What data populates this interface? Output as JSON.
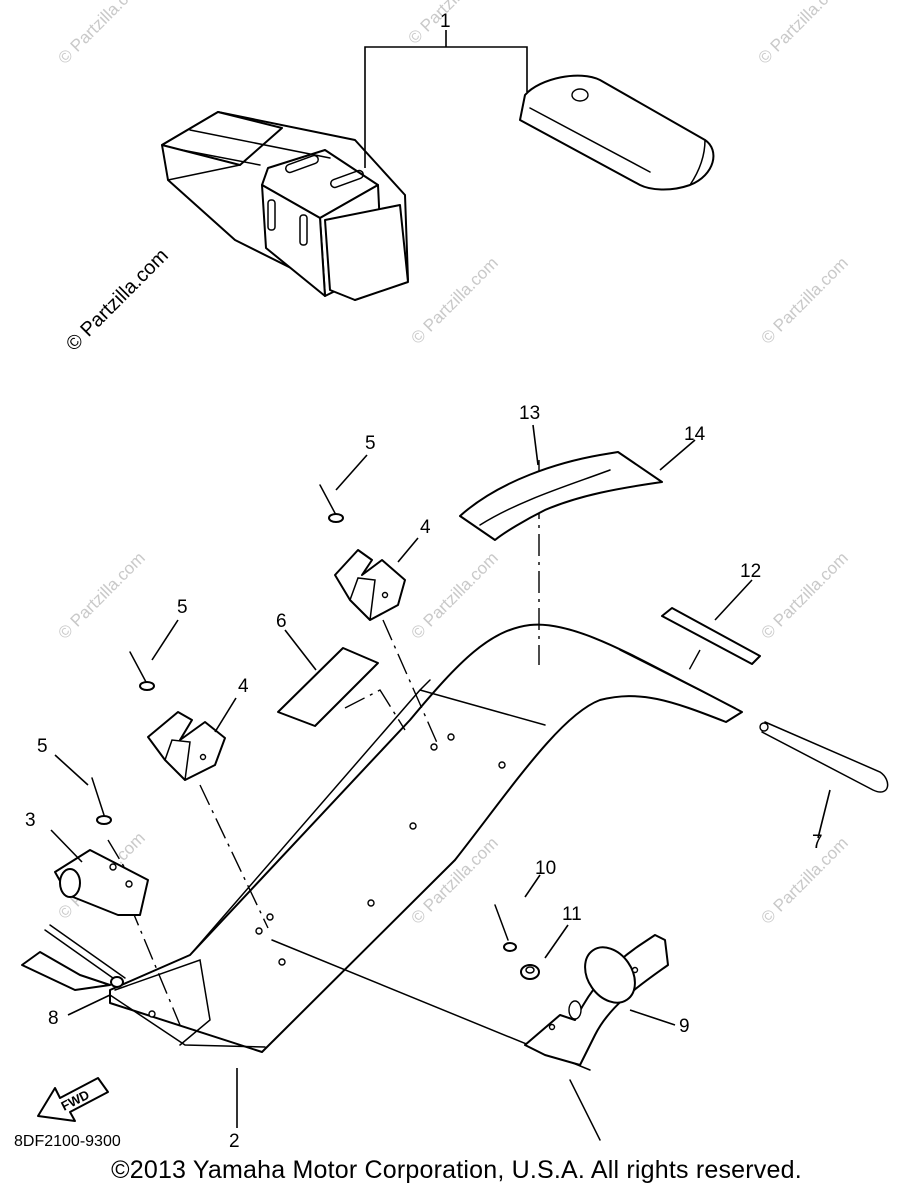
{
  "watermark": {
    "main": "© Partzilla.com",
    "faint": "© Partzilla.com"
  },
  "diagram_code": "8DF2100-9300",
  "fwd_label": "FWD",
  "copyright": "©2013 Yamaha Motor Corporation, U.S.A. All rights reserved.",
  "callouts": {
    "c1": "1",
    "c2": "2",
    "c3": "3",
    "c4a": "4",
    "c4b": "4",
    "c5a": "5",
    "c5b": "5",
    "c5c": "5",
    "c6": "6",
    "c7": "7",
    "c8": "8",
    "c9": "9",
    "c10": "10",
    "c11": "11",
    "c12": "12",
    "c13": "13",
    "c14": "14"
  }
}
